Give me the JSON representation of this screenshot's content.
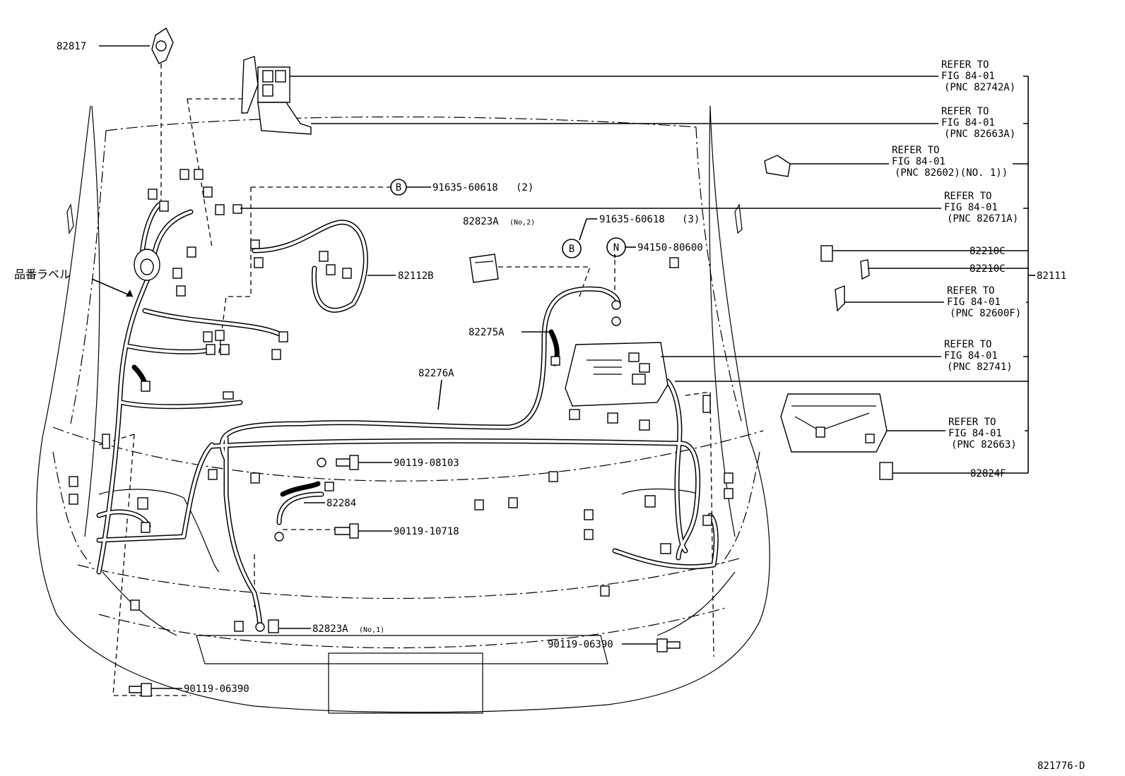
{
  "parts": {
    "p82817": "82817",
    "label_jp": "品番ラベル",
    "b_91635_2": "91635-60618",
    "b_91635_2_qty": "(2)",
    "b_91635_3": "91635-60618",
    "b_91635_3_qty": "(3)",
    "p82823A_no2": "82823A",
    "p82823A_no2_sub": "(No,2)",
    "p94150": "94150-80600",
    "p82112B": "82112B",
    "p82275A": "82275A",
    "p82276A": "82276A",
    "p90119_08103": "90119-08103",
    "p82284": "82284",
    "p90119_10718": "90119-10718",
    "p82823A_no1": "82823A",
    "p82823A_no1_sub": "(No,1)",
    "p90119_06390_right": "90119-06390",
    "p90119_06390_left": "90119-06390",
    "p82210C_1": "82210C",
    "p82210C_2": "82210C",
    "p82824F": "82824F",
    "p82111": "82111",
    "circle_B1": "B",
    "circle_B2": "B",
    "circle_N": "N",
    "fig_id": "821776-D"
  },
  "refs": [
    {
      "l1": "REFER TO",
      "l2": "FIG 84-01",
      "l3": "(PNC 82742A)"
    },
    {
      "l1": "REFER TO",
      "l2": "FIG 84-01",
      "l3": "(PNC 82663A)"
    },
    {
      "l1": "REFER TO",
      "l2": "FIG 84-01",
      "l3": "(PNC 82602)(NO. 1))"
    },
    {
      "l1": "REFER TO",
      "l2": "FIG 84-01",
      "l3": "(PNC 82671A)"
    },
    {
      "l1": "REFER TO",
      "l2": "FIG 84-01",
      "l3": "(PNC 82600F)"
    },
    {
      "l1": "REFER TO",
      "l2": "FIG 84-01",
      "l3": "(PNC 82741)"
    },
    {
      "l1": "REFER TO",
      "l2": "FIG 84-01",
      "l3": "(PNC 82663)"
    }
  ]
}
